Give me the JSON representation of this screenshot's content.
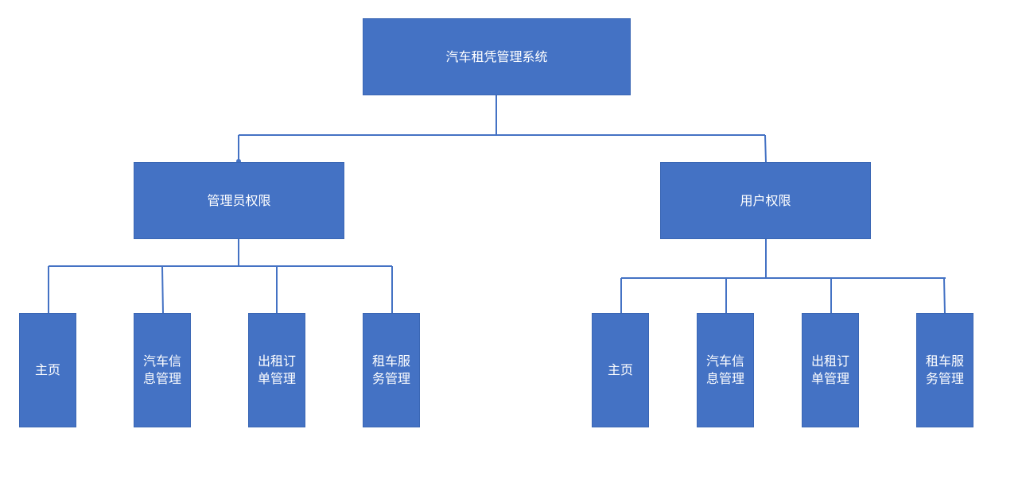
{
  "colors": {
    "node_fill": "#4472C4",
    "node_text": "#ffffff",
    "connector": "#4472C4"
  },
  "root": {
    "label": "汽车租凭管理系统"
  },
  "branches": [
    {
      "label": "管理员权限",
      "children": [
        "主页",
        "汽车信息管理",
        "出租订单管理",
        "租车服务管理"
      ]
    },
    {
      "label": "用户权限",
      "children": [
        "主页",
        "汽车信息管理",
        "出租订单管理",
        "租车服务管理"
      ]
    }
  ]
}
